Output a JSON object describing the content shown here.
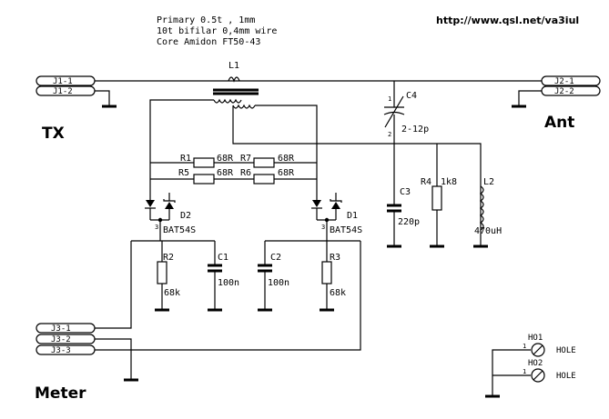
{
  "notes": {
    "line1": "Primary 0.5t , 1mm",
    "line2": "10t bifilar 0,4mm wire",
    "line3": "Core Amidon FT50-43"
  },
  "url": "http://www.qsl.net/va3iul",
  "labels": {
    "tx": "TX",
    "ant": "Ant",
    "meter": "Meter"
  },
  "connectors": {
    "j1": [
      "J1-1",
      "J1-2"
    ],
    "j2": [
      "J2-1",
      "J2-2"
    ],
    "j3": [
      "J3-1",
      "J3-2",
      "J3-3"
    ]
  },
  "components": {
    "l1": "L1",
    "c4": {
      "ref": "C4",
      "value": "2-12p",
      "pin1": "1",
      "pin2": "2"
    },
    "c3": {
      "ref": "C3",
      "value": "220p"
    },
    "r4": {
      "ref": "R4",
      "value": "1k8"
    },
    "l2": {
      "ref": "L2",
      "value": "470uH"
    },
    "r1": {
      "ref": "R1",
      "value": "68R"
    },
    "r7": {
      "ref": "R7",
      "value": "68R"
    },
    "r5": {
      "ref": "R5",
      "value": "68R"
    },
    "r6": {
      "ref": "R6",
      "value": "68R"
    },
    "d1": {
      "ref": "D1",
      "value": "BAT54S",
      "pin": "3"
    },
    "d2": {
      "ref": "D2",
      "value": "BAT54S",
      "pin": "3"
    },
    "r2": {
      "ref": "R2",
      "value": "68k"
    },
    "r3": {
      "ref": "R3",
      "value": "68k"
    },
    "c1": {
      "ref": "C1",
      "value": "100n"
    },
    "c2": {
      "ref": "C2",
      "value": "100n"
    }
  },
  "holes": [
    {
      "ref": "HO1",
      "label": "HOLE",
      "pin": "1"
    },
    {
      "ref": "HO2",
      "label": "HOLE",
      "pin": "1"
    }
  ]
}
